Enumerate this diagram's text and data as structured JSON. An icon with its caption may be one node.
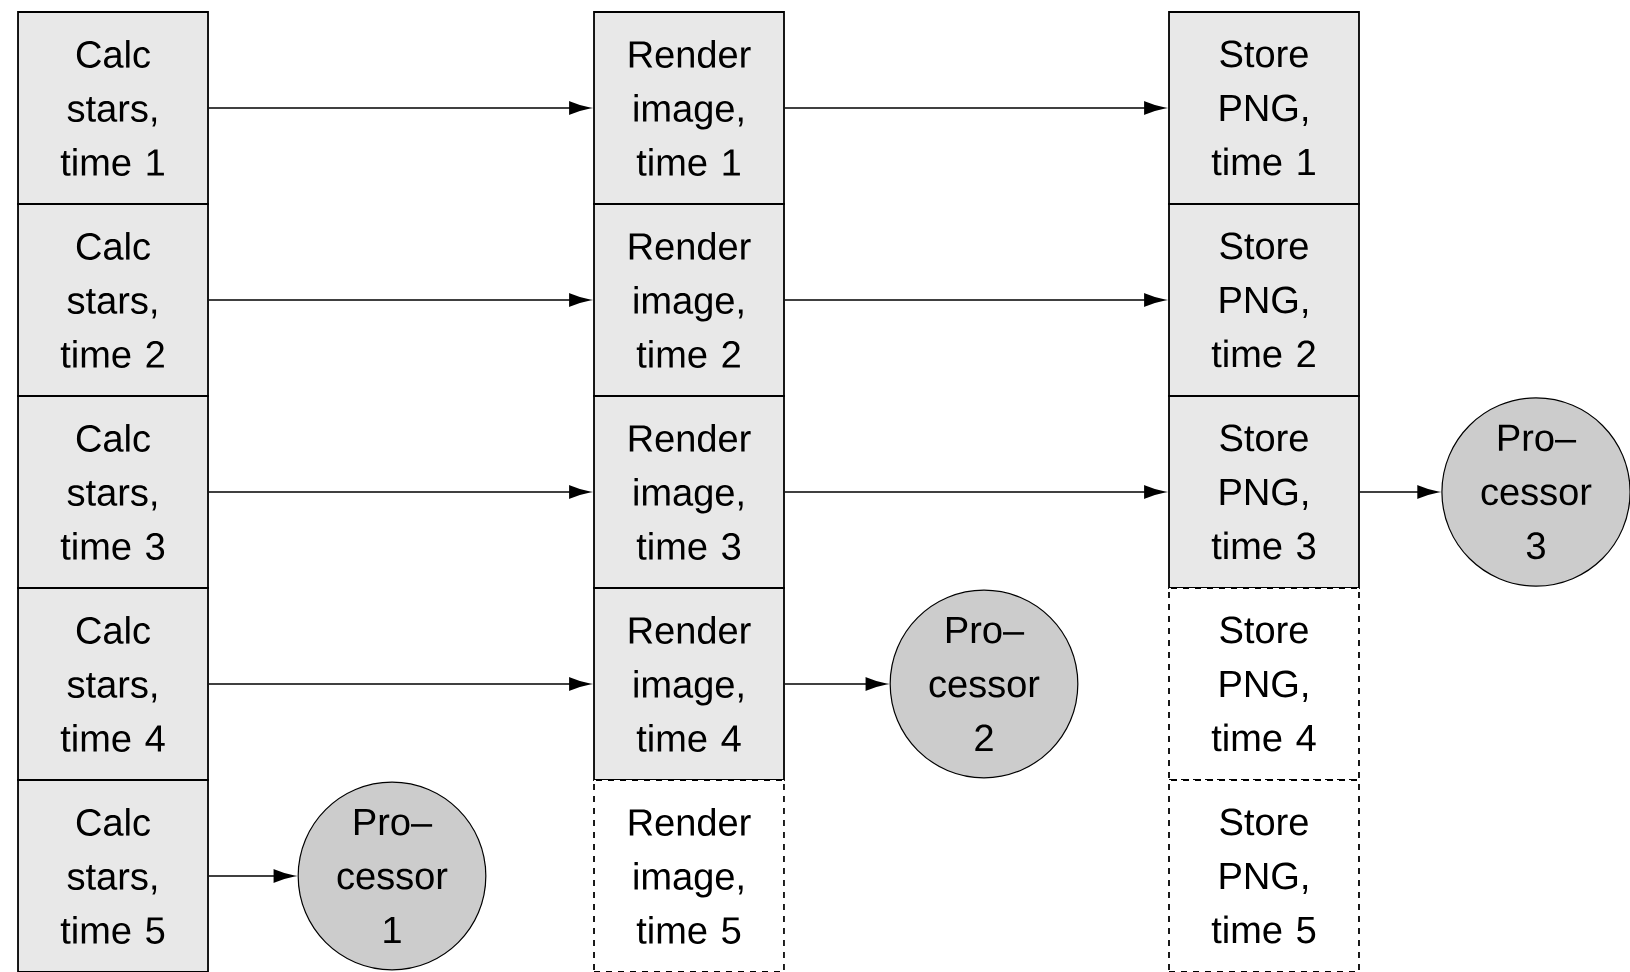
{
  "diagram": {
    "nodes": [
      {
        "text": [
          "Calc stars, time 1"
        ]
      },
      {
        "text": [
          "Calc stars, time 2"
        ]
      },
      {
        "text": [
          "Calc stars, time 3"
        ]
      },
      {
        "text": [
          "Calc stars, time 4"
        ]
      },
      {
        "text": [
          "Calc stars, time 5"
        ]
      },
      {
        "text": [
          "Render image, time 1"
        ]
      },
      {
        "text": [
          "Render image, time 2"
        ]
      },
      {
        "text": [
          "Render image, time 3"
        ]
      },
      {
        "text": [
          "Render image, time 4"
        ]
      },
      {
        "text": [
          "Render image, time 5"
        ]
      },
      {
        "text": [
          "Store PNG, time 1"
        ]
      },
      {
        "text": [
          "Store PNG, time 2"
        ]
      },
      {
        "text": [
          "Store PNG, time 3"
        ]
      },
      {
        "text": [
          "Store PNG, time 4"
        ]
      },
      {
        "text": [
          "Store PNG, time 5"
        ]
      },
      {
        "text": [
          "Pro– cessor 1"
        ]
      },
      {
        "text": [
          "Pro– cessor 2"
        ]
      },
      {
        "text": [
          "Pro– cessor 3"
        ]
      }
    ],
    "edges": [
      {
        "from": 0,
        "to": 5,
        "arrow": "to"
      },
      {
        "from": 1,
        "to": 6,
        "arrow": "to"
      },
      {
        "from": 2,
        "to": 7,
        "arrow": "to"
      },
      {
        "from": 3,
        "to": 8,
        "arrow": "to"
      },
      {
        "from": 4,
        "to": 15,
        "arrow": "to"
      },
      {
        "from": 5,
        "to": 10,
        "arrow": "to"
      },
      {
        "from": 6,
        "to": 11,
        "arrow": "to"
      },
      {
        "from": 7,
        "to": 12,
        "arrow": "to"
      },
      {
        "from": 8,
        "to": 16,
        "arrow": "to"
      },
      {
        "from": 12,
        "to": 17,
        "arrow": "to"
      }
    ]
  }
}
